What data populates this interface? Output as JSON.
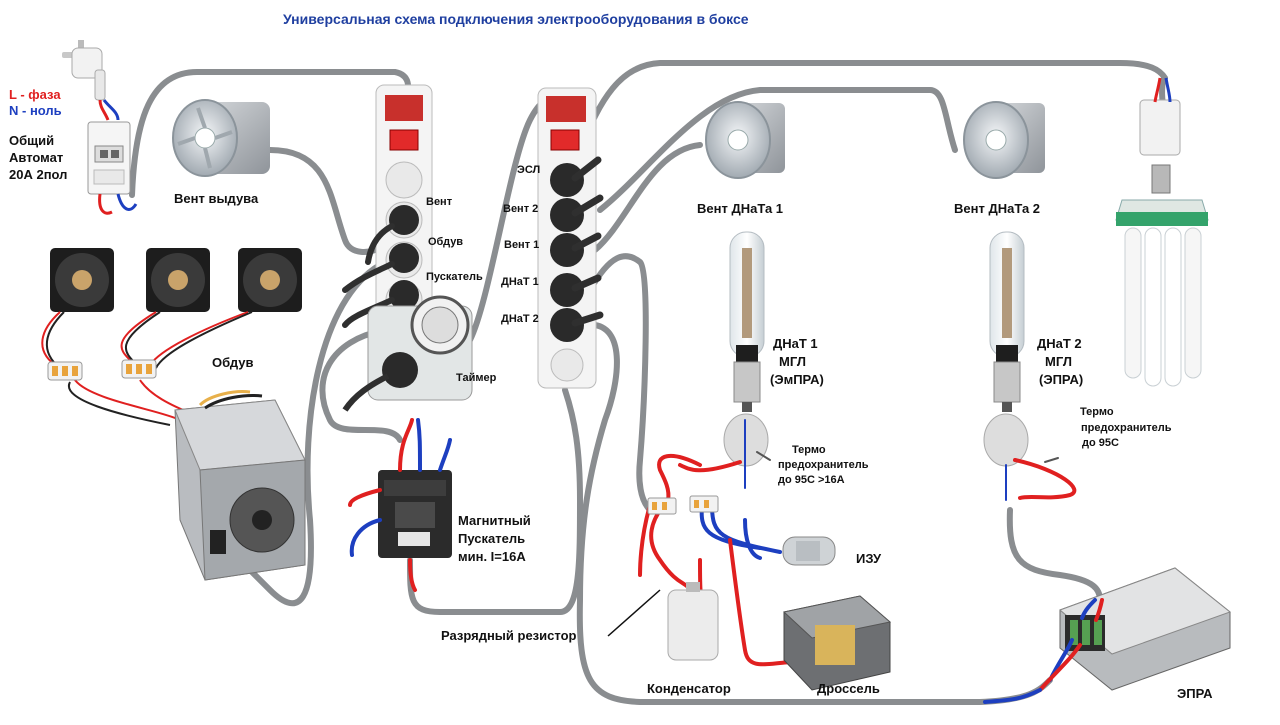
{
  "title": "Универсальная схема подключения электрооборудования в боксе",
  "legend": {
    "phase": "L - фаза",
    "neutral": "N - ноль",
    "breaker_line1": "Общий",
    "breaker_line2": "Автомат",
    "breaker_line3": "20А 2пол"
  },
  "labels": {
    "vent_exhaust": "Вент выдува",
    "blowers": "Обдув",
    "strip1_vent": "Вент",
    "strip1_blow": "Обдув",
    "strip1_starter": "Пускатель",
    "timer": "Таймер",
    "strip2_esl": "ЭСЛ",
    "strip2_vent2": "Вент 2",
    "strip2_vent1": "Вент 1",
    "strip2_dnat1": "ДНаТ 1",
    "strip2_dnat2": "ДНаТ 2",
    "vent_dnat1": "Вент ДНаТа 1",
    "vent_dnat2": "Вент ДНаТа 2",
    "lamp1_line1": "ДНаТ 1",
    "lamp1_line2": "МГЛ",
    "lamp1_line3": "(ЭмПРА)",
    "lamp2_line1": "ДНаТ 2",
    "lamp2_line2": "МГЛ",
    "lamp2_line3": "(ЭПРА)",
    "fuse1_line1": "Термо",
    "fuse1_line2": "предохранитель",
    "fuse1_line3": "до 95С   >16А",
    "fuse2_line1": "Термо",
    "fuse2_line2": "предохранитель",
    "fuse2_line3": "до 95С",
    "contactor_line1": "Магнитный",
    "contactor_line2": "Пускатель",
    "contactor_line3": "мин. I=16А",
    "izu": "ИЗУ",
    "resistor": "Разрядный резистор",
    "capacitor": "Конденсатор",
    "choke": "Дроссель",
    "epra": "ЭПРА"
  },
  "colors": {
    "phase": "#e02020",
    "neutral": "#1d3fc0",
    "cable": "#8a8d90",
    "title": "#1f3fa0"
  },
  "icons": [
    "plug-icon",
    "breaker-icon",
    "fan-icon",
    "pc-fan-icon",
    "power-supply-icon",
    "power-strip-icon",
    "timer-icon",
    "contactor-icon",
    "hps-lamp-icon",
    "cfl-lamp-icon",
    "capacitor-icon",
    "choke-icon",
    "igniter-icon",
    "ballast-icon"
  ]
}
